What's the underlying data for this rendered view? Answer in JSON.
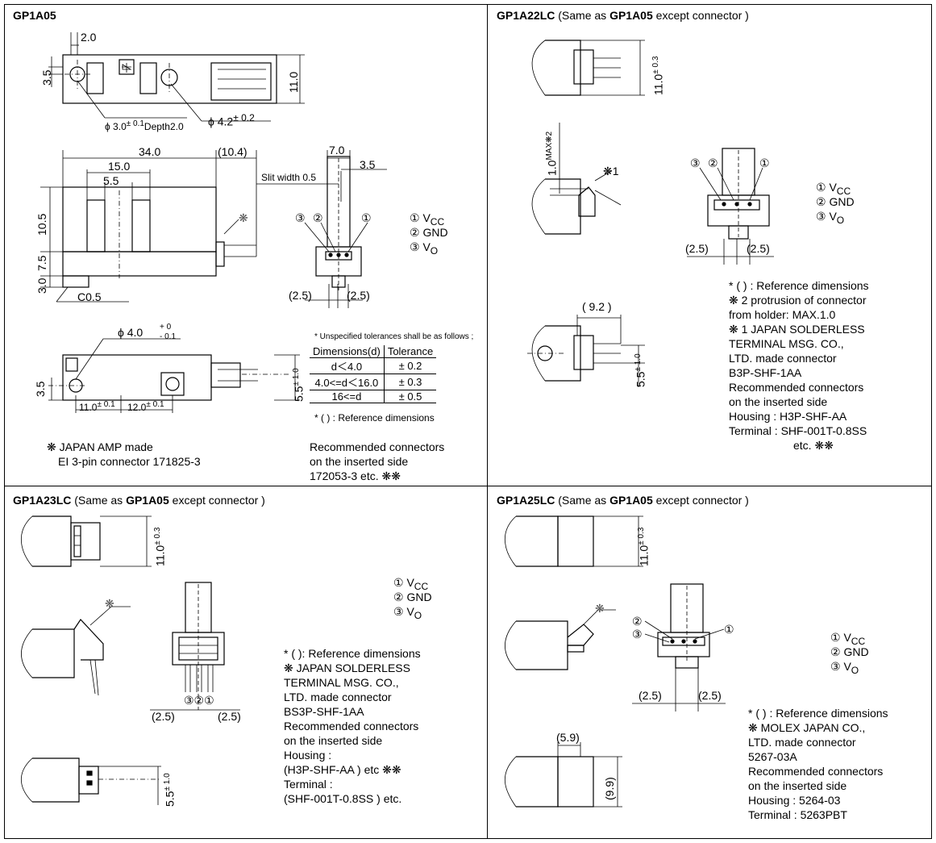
{
  "panels": {
    "gp1a05": {
      "title": "GP1A05",
      "dims": {
        "d2_0": "2.0",
        "d3_5_top": "3.5",
        "d11_0": "11.0",
        "phi3": "ϕ 3.0",
        "phi3_tol": "± 0.1",
        "depth": "Depth2.0",
        "phi4_2": "ϕ  4.2",
        "phi4_2_tol": "± 0.2",
        "d34": "34.0",
        "d10_4": "(10.4)",
        "d15": "15.0",
        "d5_5": "5.5",
        "d10_5": "10.5",
        "d7_5": "7.5",
        "d3_0": "3.0",
        "c0_5": "C0.5",
        "d7_0": "7.0",
        "d3_5_slit": "3.5",
        "slit": "Slit width 0.5",
        "d2_5_l": "(2.5)",
        "d2_5_r": "(2.5)",
        "phi4_0": "ϕ  4.0",
        "phi4_0_tol_top": "+  0",
        "phi4_0_tol_bot": "-  0.1",
        "d3_5_bot": "3.5",
        "d11_0_bot": "11.0",
        "d11_0_bot_tol": "± 0.1",
        "d12_0": "12.0",
        "d12_0_tol": "± 0.1",
        "d5_5_tol": "± 1.0"
      },
      "pins": [
        "① V",
        "② GND",
        "③ V"
      ],
      "pin_subs": [
        "CC",
        "",
        "O"
      ],
      "tolerance_note": "* Unspecified tolerances shall be as follows ;",
      "tolerance_table": {
        "headers": [
          "Dimensions(d)",
          "Tolerance"
        ],
        "rows": [
          [
            "d＜4.0",
            "± 0.2"
          ],
          [
            "4.0<=d＜16.0",
            "± 0.3"
          ],
          [
            "16<=d",
            "± 0.5"
          ]
        ]
      },
      "ref_note": "* ( ) :  Reference dimensions",
      "connector_note": [
        "❋ JAPAN AMP made",
        "EI 3-pin connector 171825-3"
      ],
      "recommended": [
        "Recommended connectors",
        "on the inserted side",
        "172053-3 etc. ❋❋"
      ]
    },
    "gp1a22lc": {
      "title_bold": "GP1A22LC",
      "title_rest_1": " (Same as ",
      "title_bold2": "GP1A05",
      "title_rest_2": " except connector )",
      "dims": {
        "d11_0": "11.0",
        "d11_0_tol": "± 0.3",
        "d1_0": "1.0",
        "max": "MAX❋2",
        "star1": "❋1",
        "d2_5_l": "(2.5)",
        "d2_5_r": "(2.5)",
        "d9_2": "( 9.2 )",
        "d5_5": "5.5",
        "d5_5_tol": "± 1.0"
      },
      "pins": [
        "① V",
        "② GND",
        "③ V"
      ],
      "pin_subs": [
        "CC",
        "",
        "O"
      ],
      "notes": [
        "* ( ) :  Reference dimensions",
        "❋ 2 protrusion of connector",
        "   from holder:  MAX.1.0",
        "❋ 1 JAPAN SOLDERLESS",
        "   TERMINAL MSG. CO.,",
        "   LTD. made connector",
        "   B3P-SHF-1AA",
        "Recommended connectors",
        "on the inserted side",
        "Housing :  H3P-SHF-AA",
        "Terminal :  SHF-001T-0.8SS",
        "etc. ❋❋"
      ]
    },
    "gp1a23lc": {
      "title_bold": "GP1A23LC",
      "title_rest_1": " (Same as ",
      "title_bold2": "GP1A05",
      "title_rest_2": " except connector )",
      "dims": {
        "d11_0": "11.0",
        "d11_0_tol": "± 0.3",
        "star": "❋",
        "pin_nums": "③②①",
        "d2_5_l": "(2.5)",
        "d2_5_r": "(2.5)",
        "d5_5": "5.5",
        "d5_5_tol": "± 1.0"
      },
      "pins": [
        "① V",
        "② GND",
        "③ V"
      ],
      "pin_subs": [
        "CC",
        "",
        "O"
      ],
      "notes": [
        "* ( ):  Reference dimensions",
        "❋ JAPAN SOLDERLESS",
        "   TERMINAL MSG. CO.,",
        "   LTD. made connector",
        "   BS3P-SHF-1AA",
        "Recommended connectors",
        "on the inserted side",
        " Housing :",
        "  (H3P-SHF-AA ) etc ❋❋",
        " Terminal :",
        "  (SHF-001T-0.8SS ) etc."
      ]
    },
    "gp1a25lc": {
      "title_bold": "GP1A25LC",
      "title_rest_1": " (Same as ",
      "title_bold2": "GP1A05",
      "title_rest_2": " except connector )",
      "dims": {
        "d11_0": "11.0",
        "d11_0_tol": "± 0.3",
        "star": "❋",
        "p2": "②",
        "p3": "③",
        "p1": "①",
        "d2_5_l": "(2.5)",
        "d2_5_r": "(2.5)",
        "d5_9": "(5.9)",
        "d9_9": "(9.9)"
      },
      "pins": [
        "① V",
        "② GND",
        "③ V"
      ],
      "pin_subs": [
        "CC",
        "",
        "O"
      ],
      "notes": [
        "* ( ) :  Reference dimensions",
        "❋ MOLEX JAPAN CO.,",
        "   LTD. made connector",
        "   5267-03A",
        "Recommended connectors",
        "on the inserted side",
        "Housing :  5264-03",
        "Terminal :  5263PBT"
      ]
    }
  }
}
